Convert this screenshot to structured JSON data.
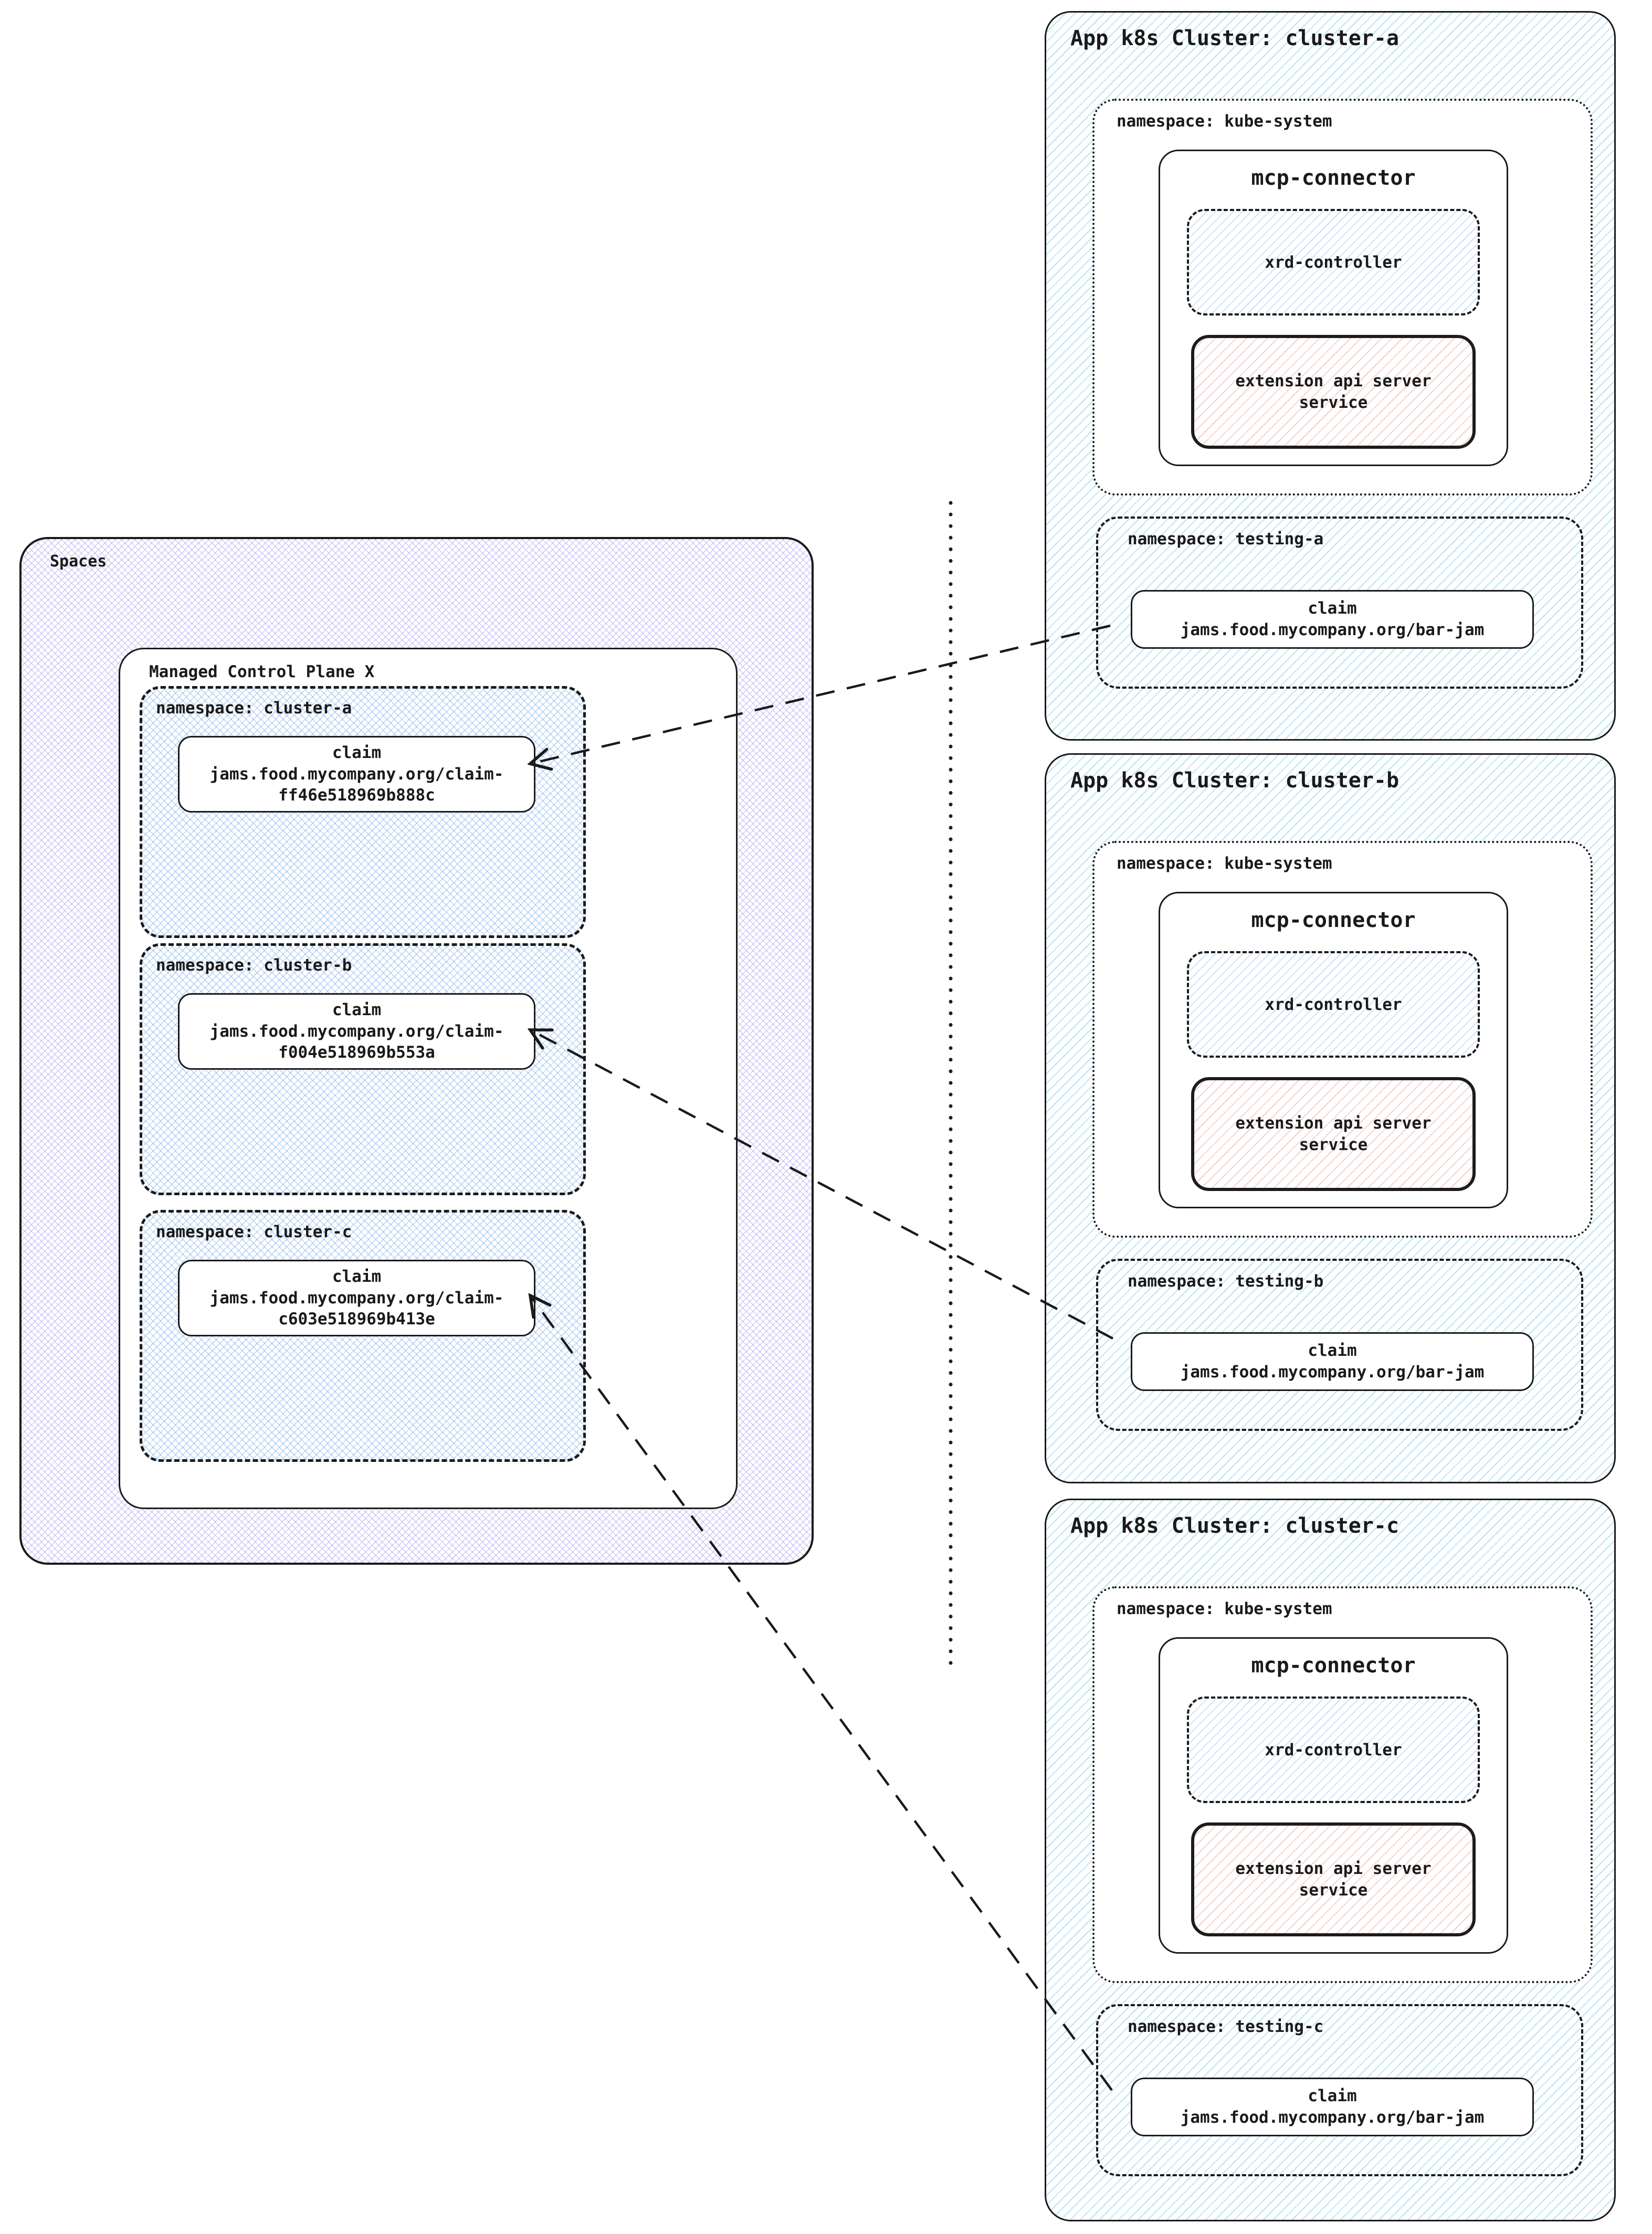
{
  "spaces": {
    "label": "Spaces"
  },
  "mcp": {
    "label": "Managed Control Plane X"
  },
  "left_namespaces": [
    {
      "label": "namespace: cluster-a",
      "claim": {
        "title": "claim",
        "line1": "jams.food.mycompany.org/claim-",
        "line2": "ff46e518969b888c"
      }
    },
    {
      "label": "namespace: cluster-b",
      "claim": {
        "title": "claim",
        "line1": "jams.food.mycompany.org/claim-",
        "line2": "f004e518969b553a"
      }
    },
    {
      "label": "namespace: cluster-c",
      "claim": {
        "title": "claim",
        "line1": "jams.food.mycompany.org/claim-",
        "line2": "c603e518969b413e"
      }
    }
  ],
  "clusters": [
    {
      "title": "App k8s Cluster: cluster-a",
      "kube_ns_label": "namespace: kube-system",
      "connector_label": "mcp-connector",
      "xrd_label": "xrd-controller",
      "ext_line1": "extension api server",
      "ext_line2": "service",
      "testing_ns_label": "namespace: testing-a",
      "claim": {
        "title": "claim",
        "line1": "jams.food.mycompany.org/bar-jam"
      }
    },
    {
      "title": "App k8s Cluster: cluster-b",
      "kube_ns_label": "namespace: kube-system",
      "connector_label": "mcp-connector",
      "xrd_label": "xrd-controller",
      "ext_line1": "extension api server",
      "ext_line2": "service",
      "testing_ns_label": "namespace: testing-b",
      "claim": {
        "title": "claim",
        "line1": "jams.food.mycompany.org/bar-jam"
      }
    },
    {
      "title": "App k8s Cluster: cluster-c",
      "kube_ns_label": "namespace: kube-system",
      "connector_label": "mcp-connector",
      "xrd_label": "xrd-controller",
      "ext_line1": "extension api server",
      "ext_line2": "service",
      "testing_ns_label": "namespace: testing-c",
      "claim": {
        "title": "claim",
        "line1": "jams.food.mycompany.org/bar-jam"
      }
    }
  ],
  "colors": {
    "border": "#1a1a1a",
    "cyan_hatch_line": "#8ed8e8",
    "purple_hatch_line": "#c9beef",
    "blue_hatch_line": "#a9cdf0",
    "pink_hatch_line": "#f0b9b9"
  }
}
